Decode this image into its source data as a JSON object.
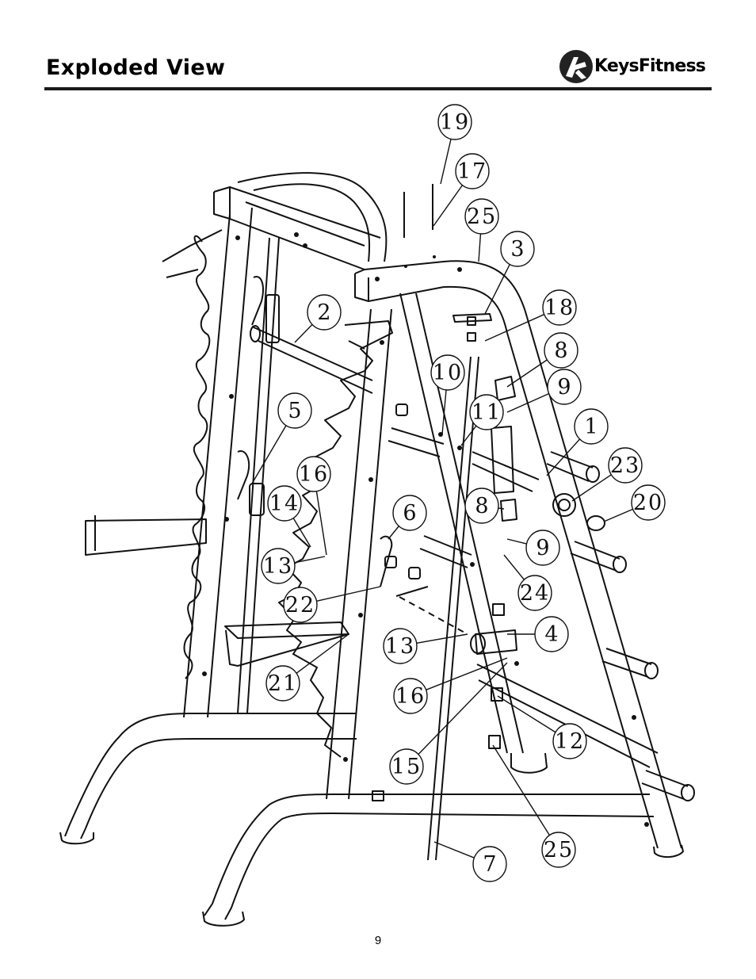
{
  "header": {
    "title": "Exploded View",
    "brand_part1": "Keys",
    "brand_part2": "Fitness"
  },
  "footer": {
    "page_number": "9"
  },
  "callouts": [
    {
      "label": "19"
    },
    {
      "label": "17"
    },
    {
      "label": "25"
    },
    {
      "label": "3"
    },
    {
      "label": "18"
    },
    {
      "label": "2"
    },
    {
      "label": "8"
    },
    {
      "label": "9"
    },
    {
      "label": "10"
    },
    {
      "label": "11"
    },
    {
      "label": "1"
    },
    {
      "label": "5"
    },
    {
      "label": "23"
    },
    {
      "label": "16"
    },
    {
      "label": "20"
    },
    {
      "label": "14"
    },
    {
      "label": "6"
    },
    {
      "label": "8"
    },
    {
      "label": "13"
    },
    {
      "label": "9"
    },
    {
      "label": "22"
    },
    {
      "label": "24"
    },
    {
      "label": "4"
    },
    {
      "label": "13"
    },
    {
      "label": "21"
    },
    {
      "label": "16"
    },
    {
      "label": "12"
    },
    {
      "label": "15"
    },
    {
      "label": "25"
    },
    {
      "label": "7"
    }
  ]
}
